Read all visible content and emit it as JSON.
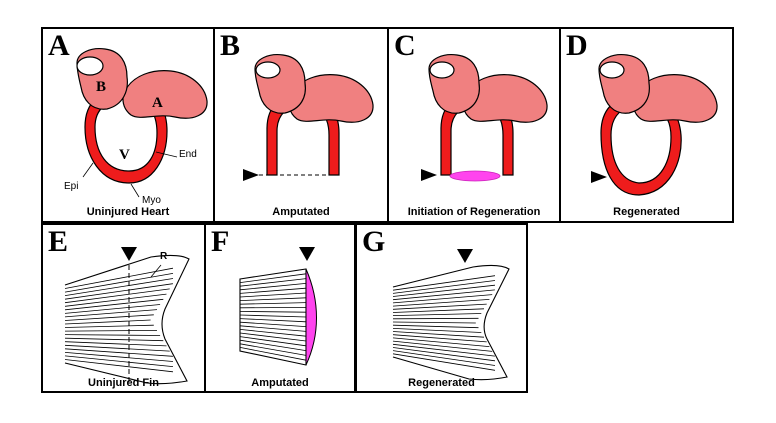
{
  "panels": {
    "A": {
      "letter": "A",
      "caption": "Uninjured Heart",
      "labels": {
        "bulbus": "B",
        "atrium": "A",
        "ventricle": "V",
        "end": "End",
        "epi": "Epi",
        "myo": "Myo"
      }
    },
    "B": {
      "letter": "B",
      "caption": "Amputated"
    },
    "C": {
      "letter": "C",
      "caption": "Initiation of Regeneration"
    },
    "D": {
      "letter": "D",
      "caption": "Regenerated"
    },
    "E": {
      "letter": "E",
      "caption": "Uninjured Fin",
      "labels": {
        "ray": "R"
      }
    },
    "F": {
      "letter": "F",
      "caption": "Amputated"
    },
    "G": {
      "letter": "G",
      "caption": "Regenerated"
    }
  },
  "colors": {
    "myocardium_red": "#ee1c1c",
    "atrium_pink": "#f08080",
    "regeneration_magenta": "#ff44ee",
    "outline": "#000000"
  }
}
